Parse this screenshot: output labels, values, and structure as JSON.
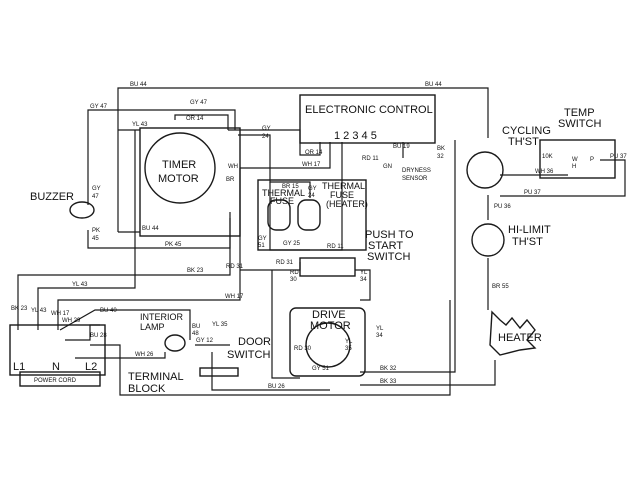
{
  "components": {
    "electronic_control": "ELECTRONIC CONTROL",
    "control_pins": "1 2 3 4 5",
    "timer_line1": "TIMER",
    "timer_line2": "MOTOR",
    "buzzer": "BUZZER",
    "cycling_line1": "CYCLING",
    "cycling_line2": "TH'ST",
    "temp_line1": "TEMP",
    "temp_line2": "SWITCH",
    "hilimit_line1": "HI-LIMIT",
    "hilimit_line2": "TH'ST",
    "heater": "HEATER",
    "push_line1": "PUSH TO",
    "push_line2": "START",
    "push_line3": "SWITCH",
    "drive_line1": "DRIVE",
    "drive_line2": "MOTOR",
    "door_line1": "DOOR",
    "door_line2": "SWITCH",
    "lamp_line1": "INTERIOR",
    "lamp_line2": "LAMP",
    "terminal_line1": "TERMINAL",
    "terminal_line2": "BLOCK",
    "power_cord": "POWER CORD",
    "thermal_fuse": "THERMAL",
    "thermal_fuse2": "FUSE",
    "thermal_fuse_heater1": "THERMAL",
    "thermal_fuse_heater2": "FUSE",
    "thermal_fuse_heater3": "(HEATER)",
    "dryness_line1": "DRYNESS",
    "dryness_line2": "SENSOR",
    "gn": "GN",
    "l1": "L1",
    "n": "N",
    "l2": "L2",
    "wh": "WH",
    "br": "BR",
    "res_10k": "10K",
    "temp_w": "W",
    "temp_h": "H",
    "temp_p": "P"
  },
  "wire_labels": {
    "bu44_top_left": "BU 44",
    "bu44_top_right": "BU 44",
    "gy47_left": "GY 47",
    "gy47_top": "GY 47",
    "yl43_top": "YL 43",
    "or14_top": "OR 14",
    "or14_right": "OR 14",
    "gy24": "GY",
    "gy24b": "24",
    "wh17_top": "WH 17",
    "rd11_top": "RD 11",
    "bu19": "BU 19",
    "bk32_top": "BK",
    "bk32_top2": "32",
    "wh36": "WH 36",
    "pu37_right": "PU 37",
    "pu37_mid": "PU 37",
    "pu36": "PU 36",
    "gy47_buzzer": "GY",
    "gy47_buzzer2": "47",
    "pk45_buzzer": "PK",
    "pk45_buzzer2": "45",
    "bu44_mid": "BU 44",
    "pk45_mid": "PK 45",
    "br15": "BR 15",
    "gy_th": "GY",
    "gy_th2": "24",
    "gy51": "GY",
    "gy51b": "51",
    "gy25": "GY 25",
    "rd11_mid": "RD 11",
    "bk23_mid": "BK 23",
    "rd31_mid": "RD 31",
    "rd31_push": "RD 31",
    "rd30_push": "RD",
    "rd30_push2": "30",
    "yl34_push": "YL",
    "yl34_push2": "34",
    "yl43_left": "YL 43",
    "wh17_mid": "WH 17",
    "br55": "BR 55",
    "bk23_left": "BK 23",
    "yl43_vert": "YL 43",
    "wh17_vert": "WH 17",
    "bu40": "BU 40",
    "wh29": "WH 29",
    "bu28": "BU 28",
    "wh26": "WH 26",
    "bu48": "BU",
    "bu48b": "48",
    "gy12": "GY 12",
    "yl35": "YL 35",
    "rd30_motor": "RD 30",
    "yl35_motor": "YL",
    "yl35_motor2": "35",
    "gy51_motor": "GY 51",
    "yl34_right": "YL",
    "yl34_right2": "34",
    "bk32_right": "BK 32",
    "bk33_right": "BK 33",
    "bu26": "BU 26",
    "wh_timer": "WH",
    "br_timer": "BR"
  }
}
